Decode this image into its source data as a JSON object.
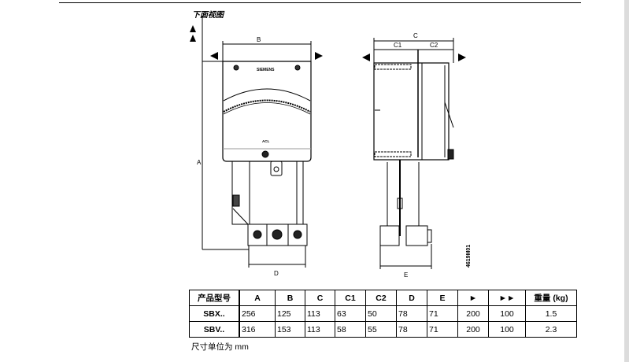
{
  "drawing": {
    "view_label": "下面视图",
    "siemens_logo": "SIEMENS",
    "model_mark": "ACL",
    "dim_labels": {
      "A": "A",
      "B": "B",
      "C": "C",
      "C1": "C1",
      "C2": "C2",
      "D": "D",
      "E": "E"
    },
    "drawing_number": "4619M01"
  },
  "table": {
    "headers": [
      "产品型号",
      "A",
      "B",
      "C",
      "C1",
      "C2",
      "D",
      "E",
      "►",
      "►►",
      "重量 (kg)"
    ],
    "rows": [
      [
        "SBX..",
        "256",
        "125",
        "113",
        "63",
        "50",
        "78",
        "71",
        "200",
        "100",
        "1.5"
      ],
      [
        "SBV..",
        "316",
        "153",
        "113",
        "58",
        "55",
        "78",
        "71",
        "200",
        "100",
        "2.3"
      ]
    ]
  },
  "note": "尺寸单位为 mm"
}
